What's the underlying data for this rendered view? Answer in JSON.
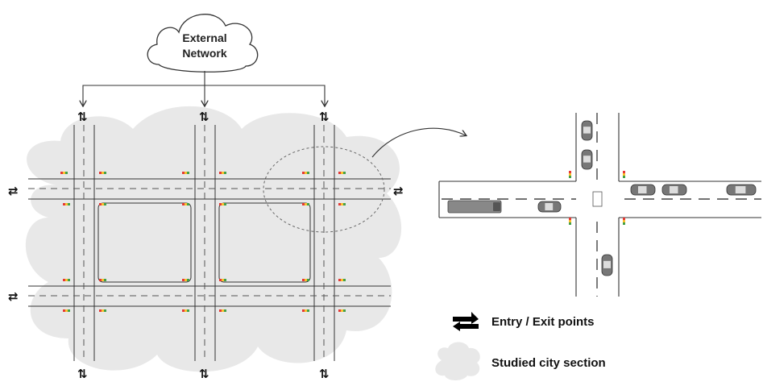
{
  "external_network": {
    "line1": "External",
    "line2": "Network"
  },
  "legend": {
    "entry_exit_label": "Entry / Exit points",
    "city_section_label": "Studied city section"
  },
  "entry_exit_markers": {
    "vertical_glyph": "⇅",
    "horizontal_glyph": "⇄"
  },
  "colors": {
    "city_fill": "#e8e8e8",
    "road_line": "#333333",
    "signal_red": "#e53935",
    "signal_amber": "#fbc02d",
    "signal_green": "#43a047",
    "vehicle": "#777777"
  }
}
